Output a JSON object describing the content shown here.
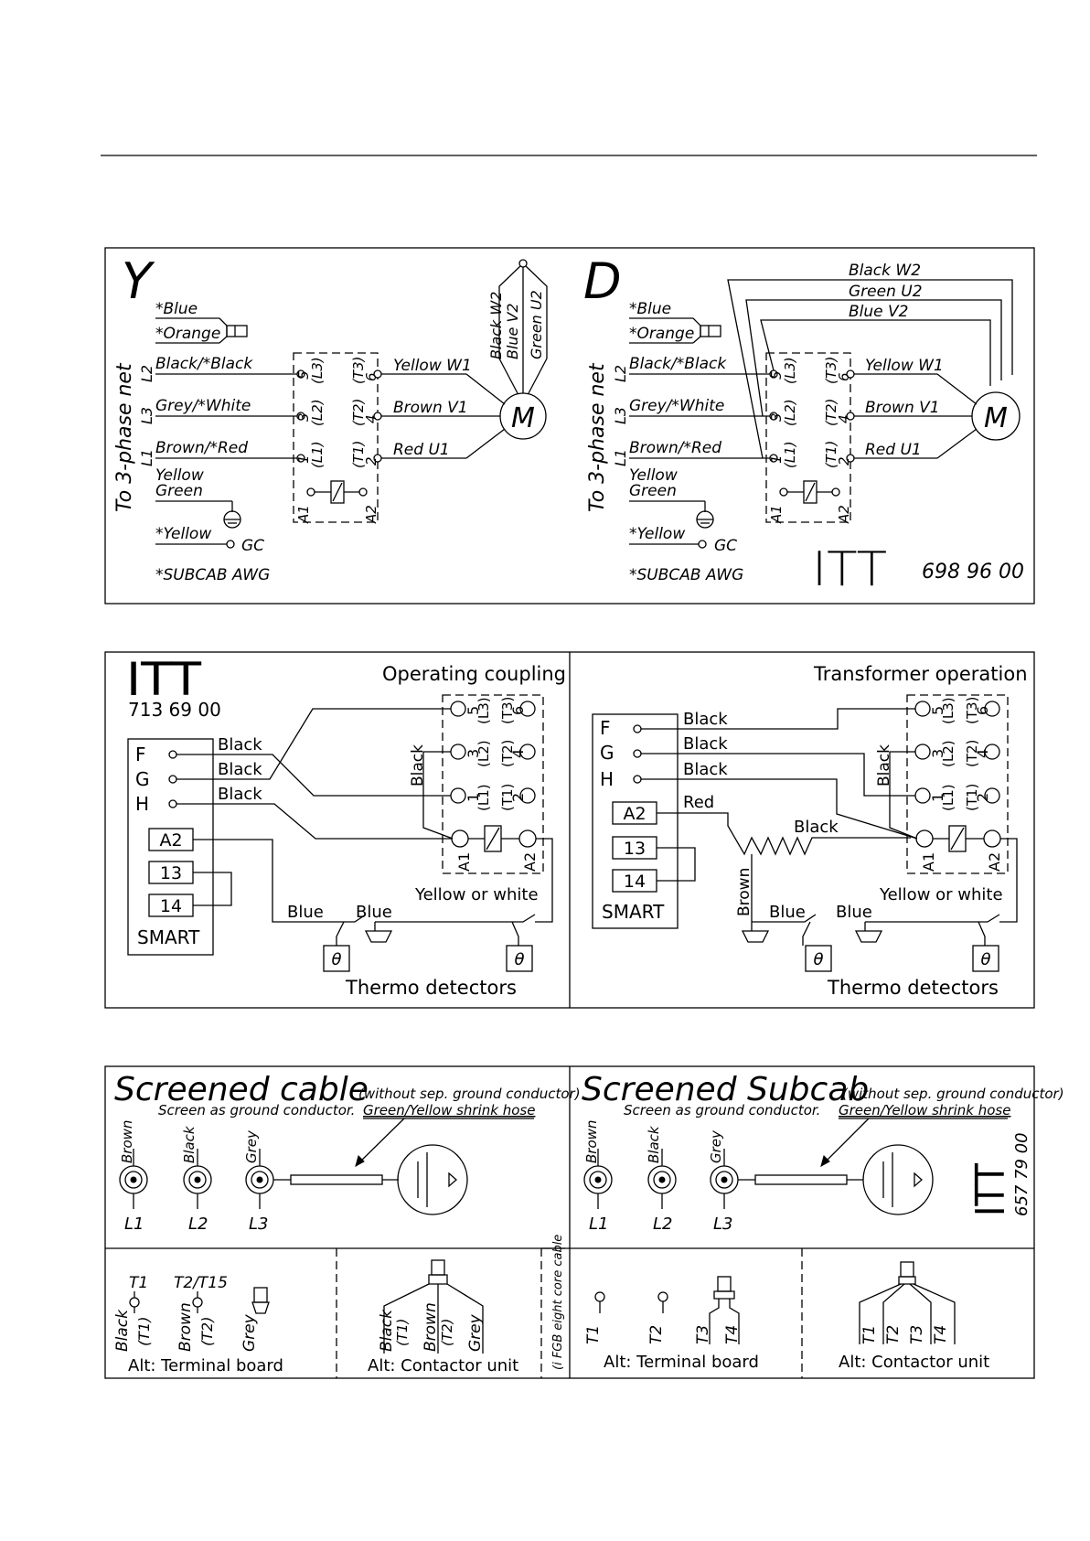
{
  "panel1": {
    "y": {
      "symbol": "Y",
      "side_label": "To 3-phase net",
      "blue": "*Blue",
      "orange": "*Orange",
      "l2": "L2",
      "l3": "L3",
      "l1": "L1",
      "w_black": "Black/*Black",
      "w_grey": "Grey/*White",
      "w_brown": "Brown/*Red",
      "yellow": "Yellow",
      "green": "Green",
      "y_yellow": "*Yellow",
      "gc": "GC",
      "subcab": "*SUBCAB AWG",
      "t5": "5",
      "t3": "3",
      "t1": "1",
      "tl3": "(L3)",
      "tl2": "(L2)",
      "tl1": "(L1)",
      "tt3": "(T3)",
      "tt2": "(T2)",
      "tt1": "(T1)",
      "t6": "6",
      "t4": "4",
      "t2": "2",
      "a1": "A1",
      "a2": "A2",
      "yellow_w1": "Yellow W1",
      "brown_v1": "Brown V1",
      "red_u1": "Red U1",
      "black_w2": "Black W2",
      "blue_v2": "Blue V2",
      "green_u2": "Green U2",
      "motor": "M"
    },
    "d": {
      "symbol": "D",
      "side_label": "To 3-phase net",
      "blue": "*Blue",
      "orange": "*Orange",
      "l2": "L2",
      "l3": "L3",
      "l1": "L1",
      "w_black": "Black/*Black",
      "w_grey": "Grey/*White",
      "w_brown": "Brown/*Red",
      "yellow": "Yellow",
      "green": "Green",
      "y_yellow": "*Yellow",
      "gc": "GC",
      "subcab": "*SUBCAB AWG",
      "t5": "5",
      "t3": "3",
      "t1": "1",
      "tl3": "(L3)",
      "tl2": "(L2)",
      "tl1": "(L1)",
      "tt3": "(T3)",
      "tt2": "(T2)",
      "tt1": "(T1)",
      "t6": "6",
      "t4": "4",
      "t2": "2",
      "a1": "A1",
      "a2": "A2",
      "yellow_w1": "Yellow W1",
      "brown_v1": "Brown V1",
      "red_u1": "Red U1",
      "black_w2": "Black W2",
      "green_u2": "Green U2",
      "blue_v2": "Blue V2",
      "motor": "M",
      "logo": "ITT",
      "code": "698 96 00"
    }
  },
  "panel2": {
    "left": {
      "logo": "ITT",
      "code": "713 69 00",
      "title": "Operating coupling",
      "f": "F",
      "g": "G",
      "h": "H",
      "a2box": "A2",
      "b13": "13",
      "b14": "14",
      "smart": "SMART",
      "black1": "Black",
      "black2": "Black",
      "black3": "Black",
      "black_v": "Black",
      "t5": "5",
      "t3": "3",
      "t1": "1",
      "tl3": "(L3)",
      "tl2": "(L2)",
      "tl1": "(L1)",
      "tt3": "(T3)",
      "tt2": "(T2)",
      "tt1": "(T1)",
      "t6": "6",
      "t4": "4",
      "t2": "2",
      "a1": "A1",
      "a2": "A2",
      "blue1": "Blue",
      "blue2": "Blue",
      "yow": "Yellow or white",
      "theta1": "θ",
      "theta2": "θ",
      "thermo": "Thermo detectors"
    },
    "right": {
      "title": "Transformer operation",
      "f": "F",
      "g": "G",
      "h": "H",
      "a2box": "A2",
      "b13": "13",
      "b14": "14",
      "smart": "SMART",
      "black1": "Black",
      "black2": "Black",
      "black3": "Black",
      "red": "Red",
      "black_r": "Black",
      "brown": "Brown",
      "black_v": "Black",
      "t5": "5",
      "t3": "3",
      "t1": "1",
      "tl3": "(L3)",
      "tl2": "(L2)",
      "tl1": "(L1)",
      "tt3": "(T3)",
      "tt2": "(T2)",
      "tt1": "(T1)",
      "t6": "6",
      "t4": "4",
      "t2": "2",
      "a1": "A1",
      "a2": "A2",
      "blue1": "Blue",
      "blue2": "Blue",
      "yow": "Yellow or white",
      "theta1": "θ",
      "theta2": "θ",
      "thermo": "Thermo detectors"
    }
  },
  "panel3": {
    "left": {
      "title": "Screened cable",
      "note": "(without sep. ground conductor)",
      "sub": "Screen as ground conductor.",
      "hose": "Green/Yellow shrink hose",
      "brown": "Brown",
      "black": "Black",
      "grey": "Grey",
      "l1": "L1",
      "l2": "L2",
      "l3": "L3",
      "t1": "T1",
      "t2t15": "T2/T15",
      "blackv": "Black",
      "t1p": "(T1)",
      "brownv": "Brown",
      "t2p": "(T2)",
      "greyv": "Grey",
      "alt_tb": "Alt: Terminal board",
      "c_black": "Black",
      "c_t1": "(T1)",
      "c_brown": "Brown",
      "c_t2": "(T2)",
      "c_grey": "Grey",
      "alt_cu": "Alt: Contactor unit",
      "fgb": "(i FGB eight core cable"
    },
    "right": {
      "title": "Screened Subcab",
      "note": "(without sep. ground conductor)",
      "sub": "Screen as ground conductor.",
      "hose": "Green/Yellow shrink hose",
      "brown": "Brown",
      "black": "Black",
      "grey": "Grey",
      "l1": "L1",
      "l2": "L2",
      "l3": "L3",
      "logo": "ITT",
      "code": "657 79 00",
      "t1": "T1",
      "t2": "T2",
      "t3": "T3",
      "t4": "T4",
      "alt_tb": "Alt: Terminal board",
      "c_t1": "T1",
      "c_t2": "T2",
      "c_t3": "T3",
      "c_t4": "T4",
      "alt_cu": "Alt: Contactor unit"
    }
  }
}
